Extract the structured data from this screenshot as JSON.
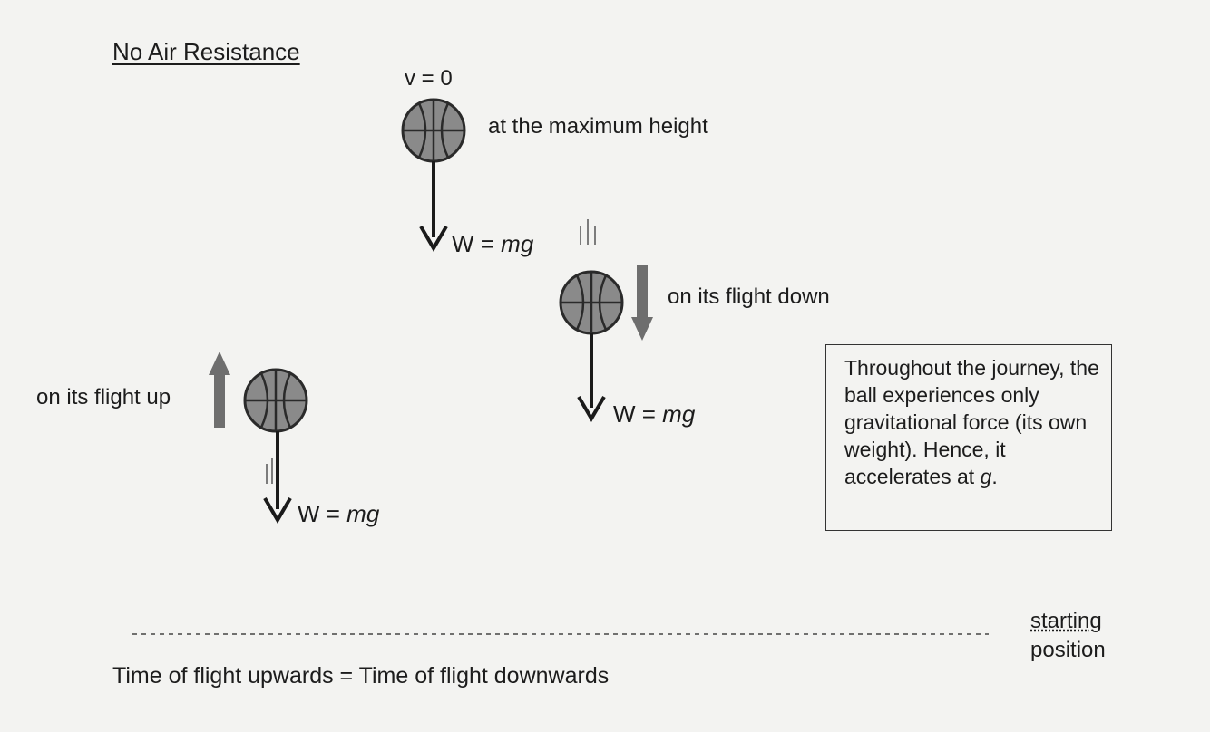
{
  "title": "No Air Resistance",
  "top": {
    "velocity_label": "v = 0",
    "position_label": "at the maximum height"
  },
  "down": {
    "label": "on its flight down"
  },
  "up": {
    "label": "on its flight up"
  },
  "weight": {
    "prefix": "W = ",
    "symbol": "mg"
  },
  "note": {
    "text": "Throughout the journey, the ball experiences only gravitational force (its own weight). Hence, it accelerates at ",
    "symbol": "g",
    "end": "."
  },
  "starting_position": {
    "line1": "starting",
    "line2": "position"
  },
  "bottom_statement": "Time of flight upwards = Time of flight downwards",
  "colors": {
    "ball": "#8a8a8a",
    "arrow": "#1a1a1a",
    "motion_arrow": "#6e6e6e"
  },
  "icons": [
    "basketball-icon",
    "weight-arrow-icon",
    "motion-arrow-icon"
  ]
}
